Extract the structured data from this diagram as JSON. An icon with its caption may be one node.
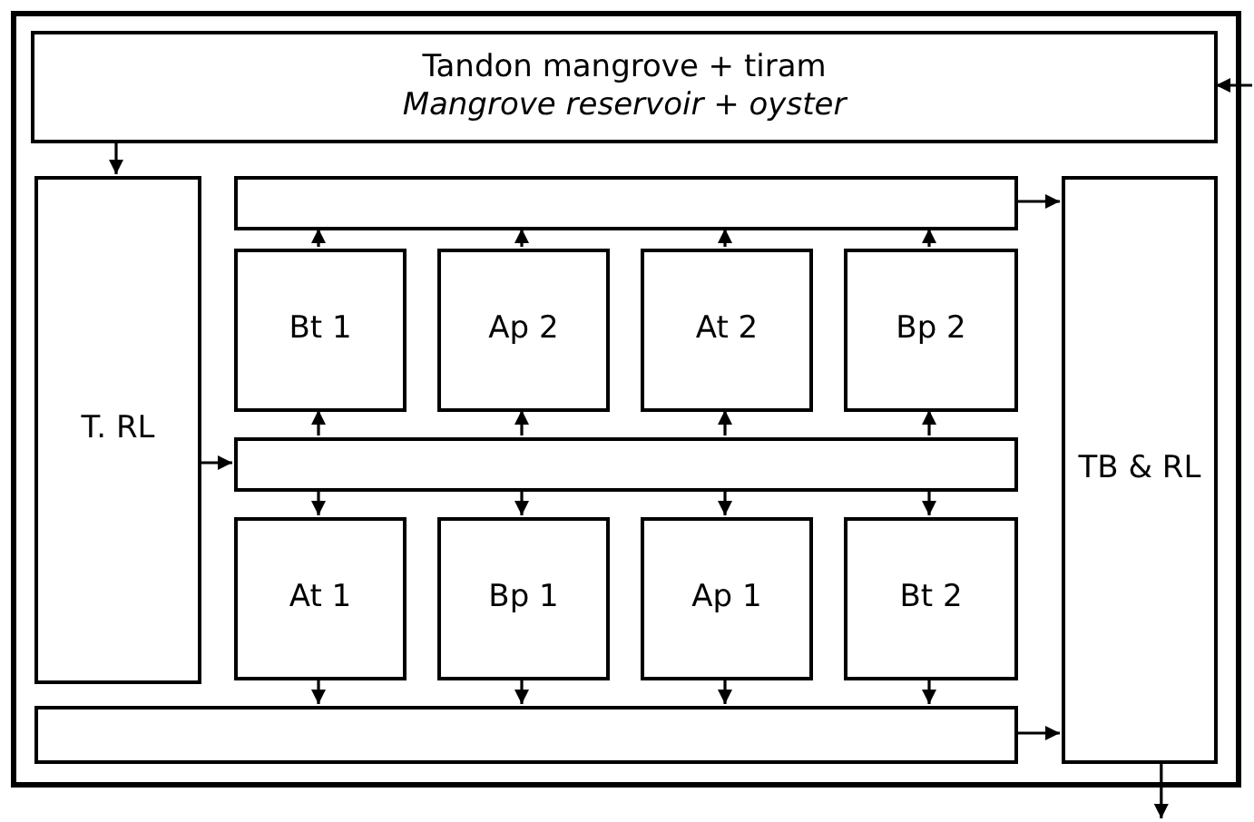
{
  "diagram": {
    "nodes": [
      {
        "text": [],
        "shape": "box"
      },
      {
        "text": [
          "Tandon mangrove + tiram",
          "Mangrove reservoir + oyster"
        ],
        "in": 0
      },
      {
        "text": [
          "T. RL"
        ],
        "in": 0
      },
      {
        "text": [],
        "shape": "bar",
        "in": 0
      },
      {
        "text": [
          "Bt 1"
        ],
        "in": 0
      },
      {
        "text": [
          "Ap 2"
        ],
        "in": 0
      },
      {
        "text": [
          "At 2"
        ],
        "in": 0
      },
      {
        "text": [
          "Bp 2"
        ],
        "in": 0
      },
      {
        "text": [],
        "shape": "bar",
        "in": 0
      },
      {
        "text": [
          "At 1"
        ],
        "in": 0
      },
      {
        "text": [
          "Bp 1"
        ],
        "in": 0
      },
      {
        "text": [
          "Ap 1"
        ],
        "in": 0
      },
      {
        "text": [
          "Bt 2"
        ],
        "in": 0
      },
      {
        "text": [],
        "shape": "bar",
        "in": 0
      },
      {
        "text": [
          "TB & RL"
        ],
        "in": 0
      }
    ],
    "edges": [
      {
        "from": null,
        "to": 1,
        "arrow": "to"
      },
      {
        "from": 1,
        "to": 2,
        "arrow": "to"
      },
      {
        "from": 2,
        "to": 8,
        "arrow": "to"
      },
      {
        "from": 8,
        "to": 4,
        "arrow": "to"
      },
      {
        "from": 8,
        "to": 5,
        "arrow": "to"
      },
      {
        "from": 8,
        "to": 6,
        "arrow": "to"
      },
      {
        "from": 8,
        "to": 7,
        "arrow": "to"
      },
      {
        "from": 4,
        "to": 3,
        "arrow": "to"
      },
      {
        "from": 5,
        "to": 3,
        "arrow": "to"
      },
      {
        "from": 6,
        "to": 3,
        "arrow": "to"
      },
      {
        "from": 7,
        "to": 3,
        "arrow": "to"
      },
      {
        "from": 8,
        "to": 9,
        "arrow": "to"
      },
      {
        "from": 8,
        "to": 10,
        "arrow": "to"
      },
      {
        "from": 8,
        "to": 11,
        "arrow": "to"
      },
      {
        "from": 8,
        "to": 12,
        "arrow": "to"
      },
      {
        "from": 9,
        "to": 13,
        "arrow": "to"
      },
      {
        "from": 10,
        "to": 13,
        "arrow": "to"
      },
      {
        "from": 11,
        "to": 13,
        "arrow": "to"
      },
      {
        "from": 12,
        "to": 13,
        "arrow": "to"
      },
      {
        "from": 3,
        "to": 14,
        "arrow": "to"
      },
      {
        "from": 13,
        "to": 14,
        "arrow": "to"
      },
      {
        "from": 14,
        "to": null,
        "arrow": "to"
      }
    ]
  }
}
